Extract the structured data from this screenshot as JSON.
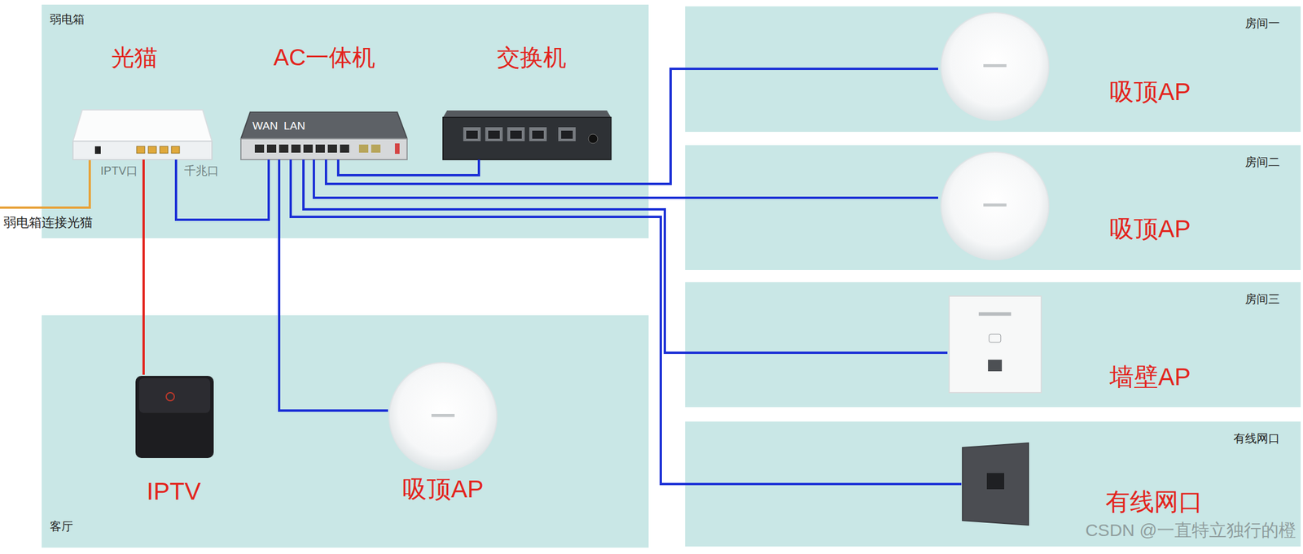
{
  "diagram": {
    "nodes": [
      {
        "text": [
          "弱电箱"
        ]
      },
      {
        "text": [
          "光猫"
        ],
        "in": 0
      },
      {
        "text": [
          "AC一体机"
        ],
        "in": 0
      },
      {
        "text": [
          "交换机"
        ],
        "in": 0
      },
      {
        "text": [
          "房间一"
        ]
      },
      {
        "text": [
          "吸顶AP"
        ],
        "in": 4
      },
      {
        "text": [
          "房间二"
        ]
      },
      {
        "text": [
          "吸顶AP"
        ],
        "in": 6
      },
      {
        "text": [
          "房间三"
        ]
      },
      {
        "text": [
          "墙壁AP"
        ],
        "in": 8
      },
      {
        "text": [
          "客厅"
        ]
      },
      {
        "text": [
          "IPTV"
        ],
        "in": 10
      },
      {
        "text": [
          "吸顶AP"
        ],
        "in": 10
      },
      {
        "text": [
          "有线网口"
        ]
      },
      {
        "text": [
          "有线网口"
        ],
        "in": 13
      }
    ],
    "edges": [
      {
        "from": 1,
        "to": 2,
        "arrow": "none"
      },
      {
        "from": 2,
        "to": 3,
        "arrow": "none"
      },
      {
        "from": 2,
        "to": 5,
        "arrow": "none"
      },
      {
        "from": 2,
        "to": 7,
        "arrow": "none"
      },
      {
        "from": 2,
        "to": 9,
        "arrow": "none"
      },
      {
        "from": 2,
        "to": 14,
        "arrow": "none"
      },
      {
        "from": 2,
        "to": 12,
        "arrow": "none"
      },
      {
        "from": 1,
        "to": 11,
        "arrow": "none"
      }
    ],
    "labels": [
      "IPTV口",
      "千兆口",
      "WAN",
      "LAN",
      "弱电箱连接光猫",
      "CSDN @一直特立独行的橙"
    ]
  }
}
